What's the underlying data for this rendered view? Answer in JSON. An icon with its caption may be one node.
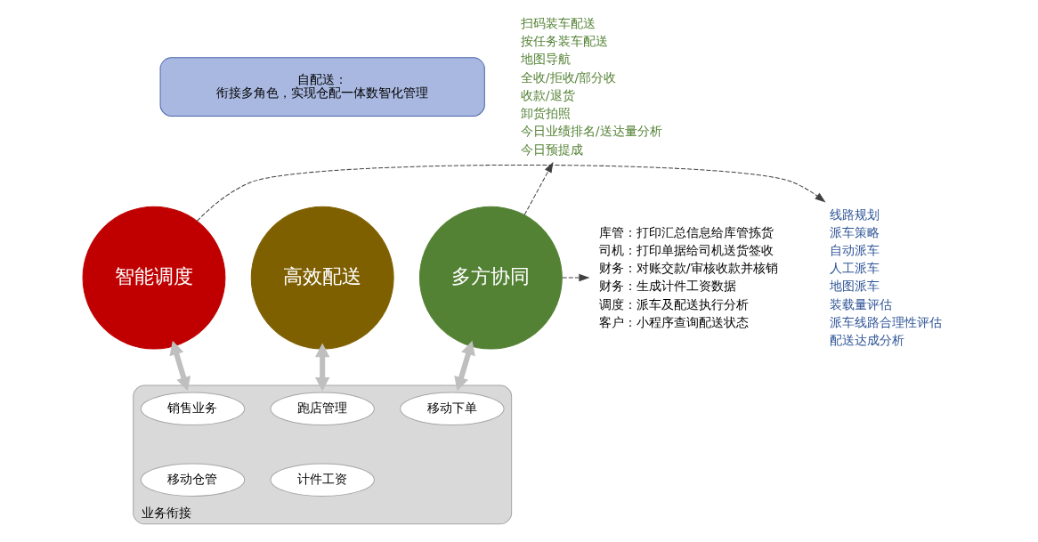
{
  "diagram": {
    "nodes": [
      {
        "text": [
          "自配送：",
          "衔接多角色，实现仓配一体数智化管理"
        ]
      },
      {
        "text": [
          "线路规划",
          "派车策略",
          "自动派车",
          "人工派车",
          "地图派车",
          "装载量评估",
          "派车线路合理性评估",
          "配送达成分析"
        ]
      },
      {
        "text": [
          "智能调度"
        ]
      },
      {
        "text": [
          "高效配送"
        ]
      },
      {
        "text": [
          "多方协同"
        ]
      },
      {
        "text": [
          "扫码装车配送",
          "按任务装车配送",
          "地图导航",
          "全收/拒收/部分收",
          "收款/退货",
          "卸货拍照",
          "今日业绩排名/送达量分析",
          "今日预提成"
        ]
      },
      {
        "text": [
          "库管：打印汇总信息给库管拣货",
          "司机：打印单据给司机送货签收",
          "财务：对账交款/审核收款并核销",
          "财务：生成计件工资数据",
          "调度：派车及配送执行分析",
          "客户：小程序查询配送状态"
        ]
      },
      {
        "text": [
          "业务衔接"
        ]
      },
      {
        "text": [
          "销售业务"
        ],
        "in": 7
      },
      {
        "text": [
          "跑店管理"
        ],
        "in": 7
      },
      {
        "text": [
          "移动下单"
        ],
        "in": 7
      },
      {
        "text": [
          "移动仓管"
        ],
        "in": 7
      },
      {
        "text": [
          "计件工资"
        ],
        "in": 7
      }
    ],
    "edges": [
      {
        "from": 2,
        "to": 1,
        "arrow": "to",
        "style": "dashed"
      },
      {
        "from": 4,
        "to": 5,
        "arrow": "to",
        "style": "dashed"
      },
      {
        "from": 4,
        "to": 6,
        "arrow": "to",
        "style": "dashed"
      },
      {
        "from": 2,
        "to": 7,
        "arrow": "both",
        "style": "thick",
        "color": "#bfbfbf"
      },
      {
        "from": 3,
        "to": 7,
        "arrow": "both",
        "style": "thick",
        "color": "#bfbfbf"
      },
      {
        "from": 4,
        "to": 7,
        "arrow": "both",
        "style": "thick",
        "color": "#bfbfbf"
      }
    ]
  }
}
